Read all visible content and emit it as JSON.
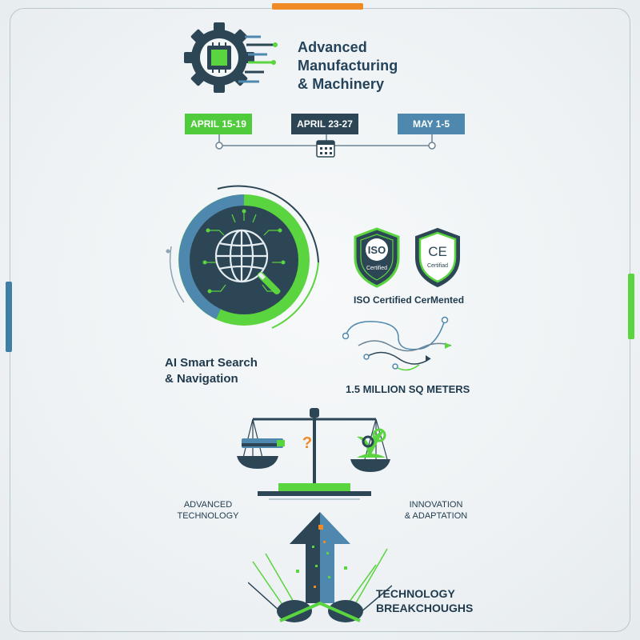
{
  "header": {
    "title_lines": [
      "Advanced",
      "Manufacturing",
      "& Machinery"
    ],
    "icon": "gear-chip-icon"
  },
  "timeline": {
    "dates": [
      "APRIL 15-19",
      "APRIL 23-27",
      "MAY 1-5"
    ],
    "icon": "calendar-icon"
  },
  "features": {
    "ai_search": {
      "lines": [
        "AI Smart Search",
        "& Navigation"
      ],
      "icon": "globe-search-icon"
    },
    "certification": {
      "label": "ISO Certified CerMented",
      "badges": [
        {
          "title": "ISO",
          "subtitle": "Certified"
        },
        {
          "title": "CE",
          "subtitle": "Certifiad"
        }
      ]
    },
    "area": {
      "label": "1.5 MILLION SQ METERS",
      "icon": "flow-paths-icon"
    }
  },
  "balance": {
    "left_lines": [
      "ADVANCED",
      "TECHNOLOGY"
    ],
    "right_lines": [
      "INNOVATION",
      "& ADAPTATION"
    ],
    "symbol": "?"
  },
  "breakthrough": {
    "lines": [
      "TECHNOLOGY",
      "BREAKCHOUGHS"
    ],
    "icon": "rising-arrow-icon"
  },
  "colors": {
    "accent_orange": "#f08a24",
    "accent_green": "#4fcb3c",
    "navy": "#2c4656",
    "steel_blue": "#4e88ae"
  }
}
